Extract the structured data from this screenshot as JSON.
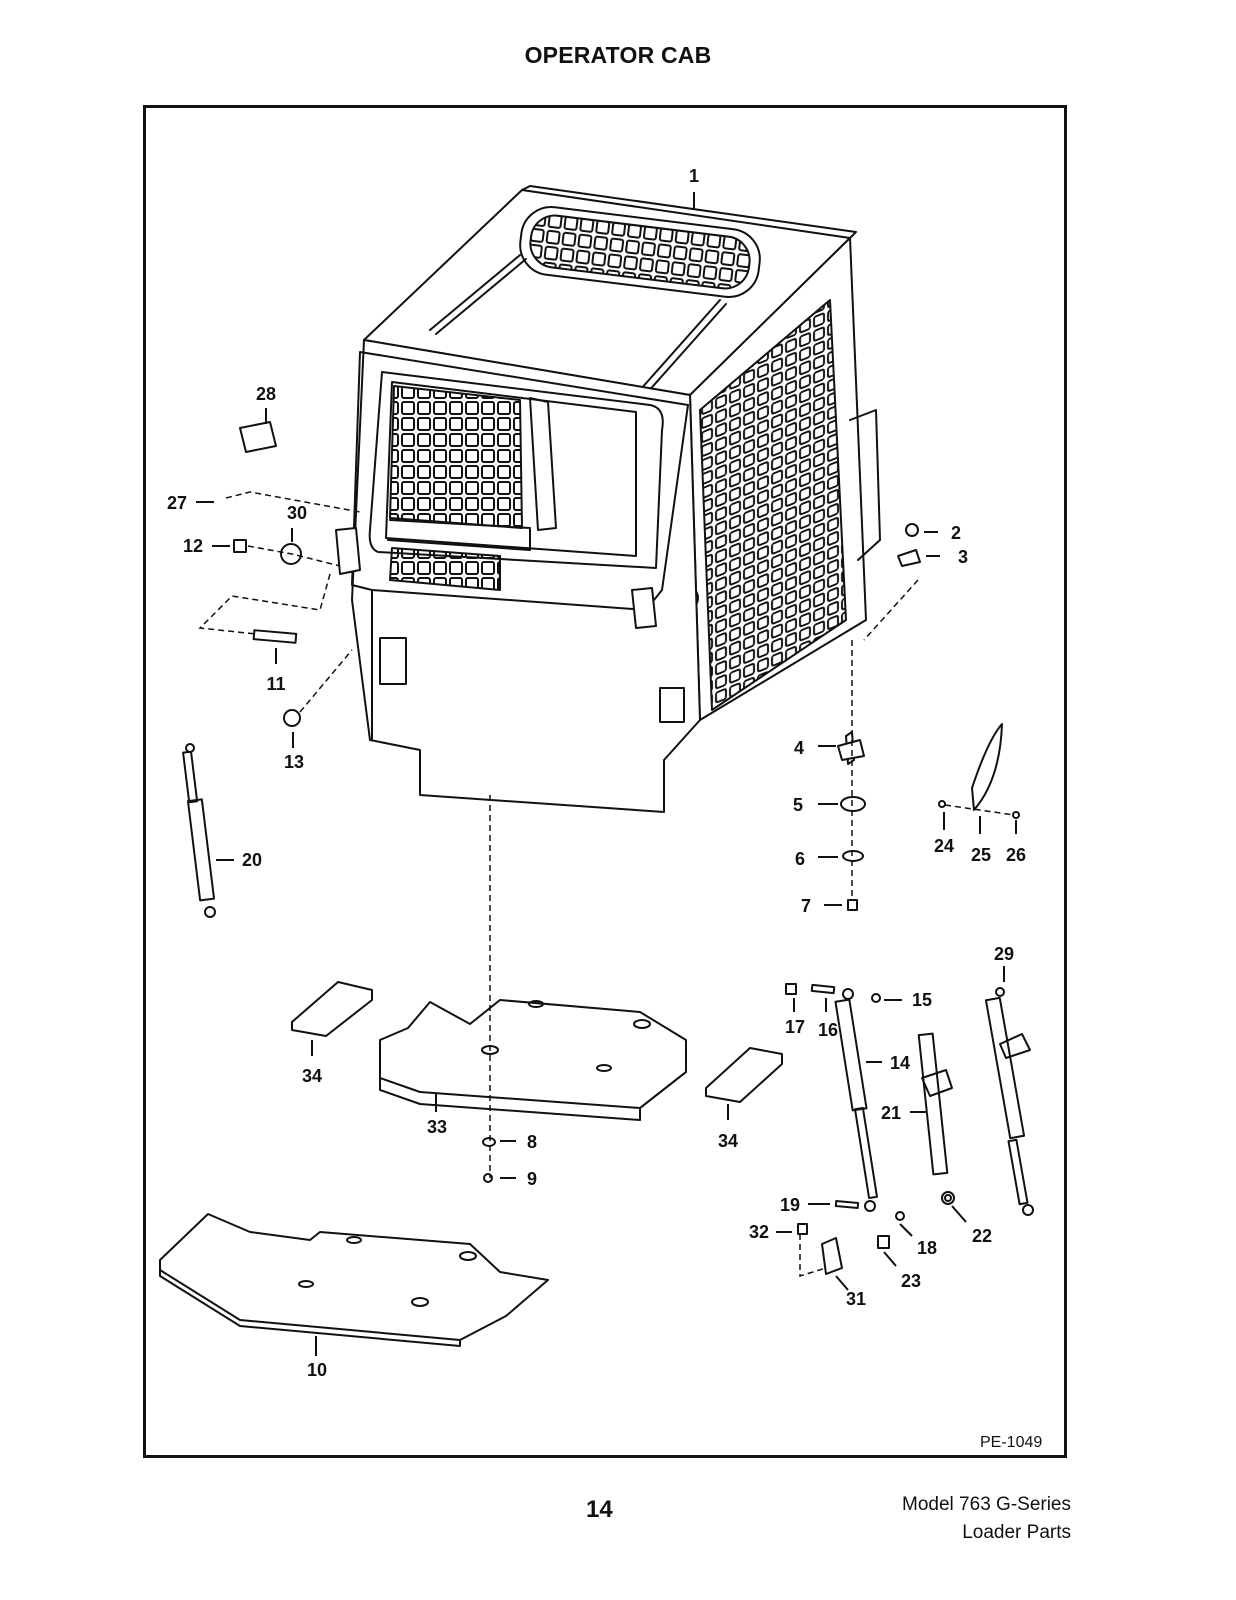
{
  "page": {
    "title": "OPERATOR CAB",
    "reference_code": "PE-1049",
    "page_number": "14",
    "model_line": "Model 763 G-Series",
    "book_line": "Loader Parts"
  },
  "callouts": [
    "1",
    "2",
    "3",
    "4",
    "5",
    "6",
    "7",
    "8",
    "9",
    "10",
    "11",
    "12",
    "13",
    "14",
    "15",
    "16",
    "17",
    "18",
    "19",
    "20",
    "21",
    "22",
    "23",
    "24",
    "25",
    "26",
    "27",
    "28",
    "29",
    "30",
    "31",
    "32",
    "33",
    "34",
    "34"
  ]
}
